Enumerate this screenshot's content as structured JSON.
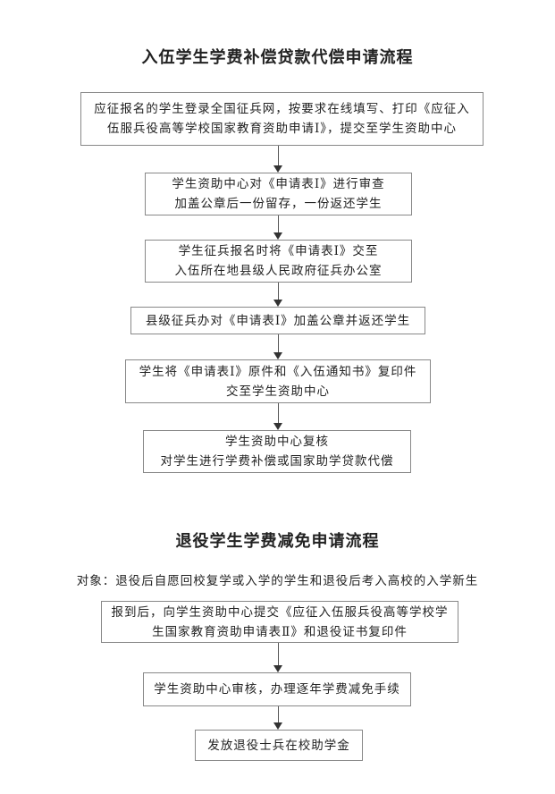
{
  "flow1": {
    "title": "入伍学生学费补偿贷款代偿申请流程",
    "steps": [
      {
        "lines": [
          "应征报名的学生登录全国征兵网，按要求在线填写、打印《应征入",
          "伍服兵役高等学校国家教育资助申请Ⅰ》，提交至学生资助中心"
        ]
      },
      {
        "lines": [
          "学生资助中心对《申请表Ⅰ》进行审查",
          "加盖公章后一份留存，一份返还学生"
        ]
      },
      {
        "lines": [
          "学生征兵报名时将《申请表Ⅰ》交至",
          "入伍所在地县级人民政府征兵办公室"
        ]
      },
      {
        "lines": [
          "县级征兵办对《申请表Ⅰ》加盖公章并返还学生"
        ]
      },
      {
        "lines": [
          "学生将《申请表Ⅰ》原件和《入伍通知书》复印件",
          "交至学生资助中心"
        ]
      },
      {
        "lines": [
          "学生资助中心复核",
          "对学生进行学费补偿或国家助学贷款代偿"
        ]
      }
    ]
  },
  "flow2": {
    "title": "退役学生学费减免申请流程",
    "target": "对象：退役后自愿回校复学或入学的学生和退役后考入高校的入学新生",
    "steps": [
      {
        "lines": [
          "报到后，向学生资助中心提交《应征入伍服兵役高等学校学",
          "生国家教育资助申请表Ⅱ》和退役证书复印件"
        ]
      },
      {
        "lines": [
          "学生资助中心审核，办理逐年学费减免手续"
        ]
      },
      {
        "lines": [
          "发放退役士兵在校助学金"
        ]
      }
    ]
  }
}
